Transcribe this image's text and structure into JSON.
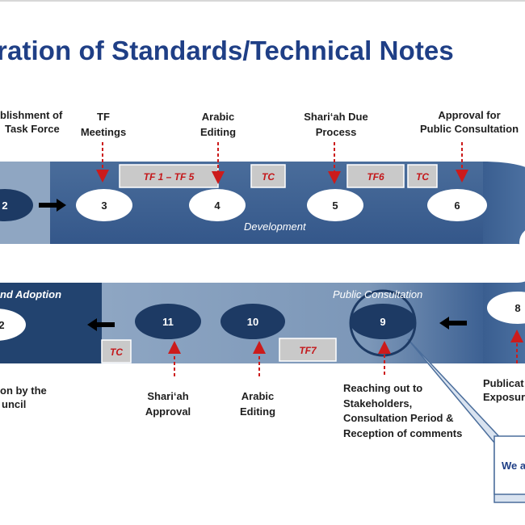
{
  "title": "ration of Standards/Technical Notes",
  "steps": {
    "s2": "2",
    "s3": "3",
    "s4": "4",
    "s5": "5",
    "s6": "6",
    "s8": "8",
    "s9": "9",
    "s10": "10",
    "s11": "11",
    "s12": "2"
  },
  "tags": {
    "tf1_5": "TF 1 – TF 5",
    "tc_a": "TC",
    "tf6": "TF6",
    "tc_b": "TC",
    "tc_c": "TC",
    "tf7": "TF7"
  },
  "stages": {
    "development": "Development",
    "public_consultation": "Public Consultation",
    "approval_adoption": "nd Adoption"
  },
  "labels": {
    "establishment_l1": "blishment of",
    "establishment_l2": "Task Force",
    "tf_meetings_l1": "TF",
    "tf_meetings_l2": "Meetings",
    "arabic_editing_top_l1": "Arabic",
    "arabic_editing_top_l2": "Editing",
    "sharia_due_l1": "Shari‘ah Due",
    "sharia_due_l2": "Process",
    "approval_pc_l1": "Approval for",
    "approval_pc_l2": "Public Consultation",
    "adoption_l1": "on by the",
    "adoption_l2": "uncil",
    "sharia_approval_l1": "Shari‘ah",
    "sharia_approval_l2": "Approval",
    "arabic_editing_bottom_l1": "Arabic",
    "arabic_editing_bottom_l2": "Editing",
    "reaching_l1": "Reaching out to",
    "reaching_l2": "Stakeholders,",
    "reaching_l3": "Consultation Period &",
    "reaching_l4": "Reception of comments",
    "publication_l1": "Publicat",
    "publication_l2": "Exposure"
  },
  "callout": "We a",
  "colors": {
    "band_dark": "#3b5f91",
    "band_light": "#8da6c4",
    "node_dark": "#1d3a64",
    "arrow_red": "#cc1b1b",
    "title_blue": "#1f3f86"
  }
}
